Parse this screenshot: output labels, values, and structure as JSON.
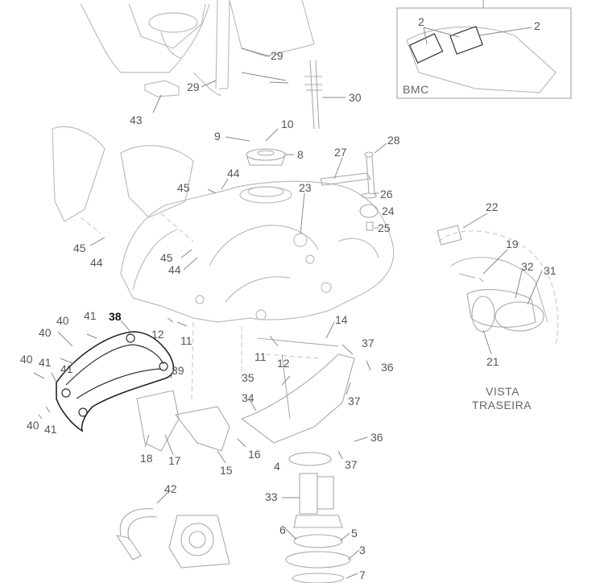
{
  "inset": {
    "title": "BMC",
    "callouts": [
      "2",
      "2"
    ]
  },
  "caption": {
    "line1": "VISTA",
    "line2": "TRASEIRA"
  },
  "callouts": {
    "c2a": "2",
    "c2b": "2",
    "c3": "3",
    "c4": "4",
    "c5": "5",
    "c6": "6",
    "c7": "7",
    "c8": "8",
    "c9": "9",
    "c10": "10",
    "c11a": "11",
    "c11b": "11",
    "c12a": "12",
    "c12b": "12",
    "c14": "14",
    "c15": "15",
    "c16": "16",
    "c17": "17",
    "c18": "18",
    "c19": "19",
    "c21": "21",
    "c22": "22",
    "c23": "23",
    "c24": "24",
    "c25": "25",
    "c26": "26",
    "c27": "27",
    "c28": "28",
    "c29a": "29",
    "c29b": "29",
    "c30": "30",
    "c31": "31",
    "c32": "32",
    "c33": "33",
    "c34": "34",
    "c35": "35",
    "c36a": "36",
    "c36b": "36",
    "c37a": "37",
    "c37b": "37",
    "c37c": "37",
    "c38": "38",
    "c39": "39",
    "c40a": "40",
    "c40b": "40",
    "c40c": "40",
    "c40d": "40",
    "c41a": "41",
    "c41b": "41",
    "c41c": "41",
    "c41d": "41",
    "c42": "42",
    "c43": "43",
    "c44a": "44",
    "c44b": "44",
    "c44c": "44",
    "c45a": "45",
    "c45b": "45",
    "c45c": "45"
  },
  "highlighted_part": "38"
}
